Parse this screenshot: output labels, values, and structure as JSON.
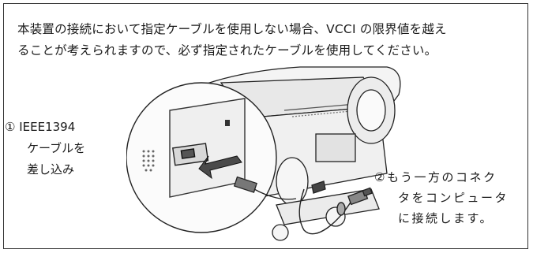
{
  "notice": {
    "line1": "本装置の接続において指定ケーブルを使用しない場合、VCCI の限界値を越え",
    "line2": "ることが考えられますので、必ず指定されたケーブルを使用してください。"
  },
  "step1": {
    "line1": "① IEEE1394",
    "line2": "ケーブルを",
    "line3": "差し込み"
  },
  "step2": {
    "line1": "②もう一方のコネク",
    "line2": "タをコンピュータ",
    "line3": "に接続します。"
  }
}
